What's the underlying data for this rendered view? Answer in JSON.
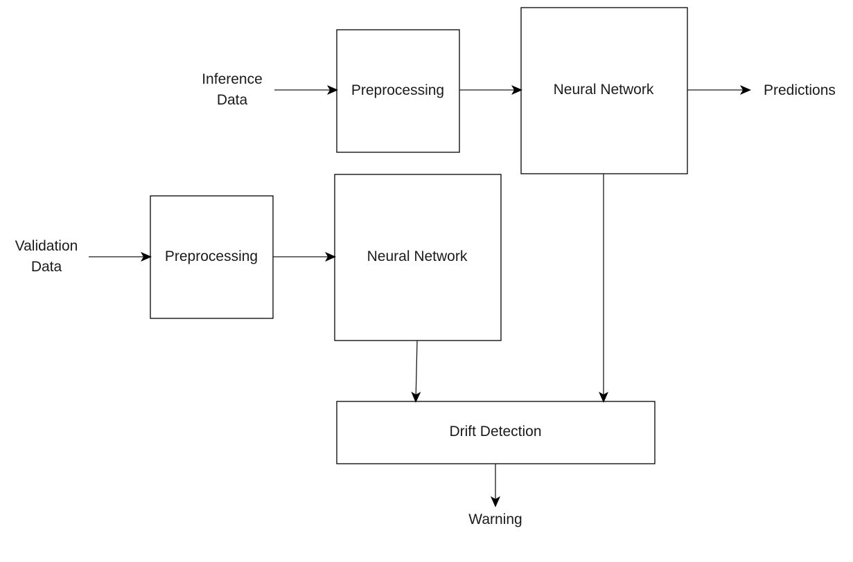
{
  "diagram": {
    "inputs": {
      "inference": [
        "Inference",
        "Data"
      ],
      "validation": [
        "Validation",
        "Data"
      ]
    },
    "nodes": {
      "preprocessing_top": "Preprocessing",
      "neural_network_top": "Neural Network",
      "preprocessing_bottom": "Preprocessing",
      "neural_network_bottom": "Neural Network",
      "drift_detection": "Drift Detection"
    },
    "outputs": {
      "predictions": "Predictions",
      "warning": "Warning"
    }
  }
}
